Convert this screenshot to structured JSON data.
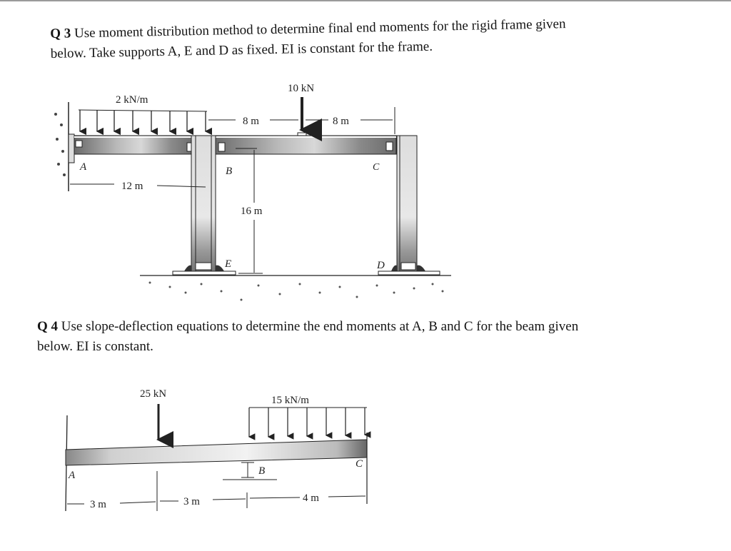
{
  "q3": {
    "number": "Q 3",
    "text_line1": "Use moment distribution method to determine final end moments for the rigid frame given",
    "text_line2": "below. Take supports A, E and D as fixed. EI is constant for the frame.",
    "figure": {
      "udl_label": "2 kN/m",
      "point_load_label": "10 kN",
      "dim_AB": "12 m",
      "dim_B_load": "8 m",
      "dim_load_C": "8 m",
      "dim_height": "16 m",
      "node_A": "A",
      "node_B": "B",
      "node_C": "C",
      "node_D": "D",
      "node_E": "E"
    }
  },
  "q4": {
    "number": "Q 4",
    "text_line1": "Use slope-deflection equations to determine the end moments at A, B and C for the beam given",
    "text_line2": "below. EI is constant.",
    "figure": {
      "point_load_label": "25 kN",
      "udl_label": "15 kN/m",
      "dim_1": "3 m",
      "dim_2": "3 m",
      "dim_3": "4 m",
      "node_A": "A",
      "node_B": "B",
      "node_C": "C"
    }
  }
}
